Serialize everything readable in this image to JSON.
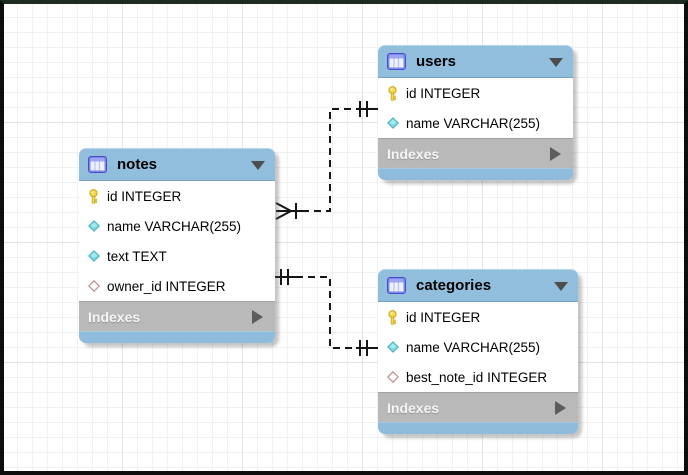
{
  "diagram": {
    "tables": [
      {
        "name": "notes",
        "columns": [
          {
            "icon": "primary-key",
            "text": "id INTEGER"
          },
          {
            "icon": "column",
            "text": "name VARCHAR(255)"
          },
          {
            "icon": "column",
            "text": "text TEXT"
          },
          {
            "icon": "foreign-key",
            "text": "owner_id INTEGER"
          }
        ],
        "footer_label": "Indexes"
      },
      {
        "name": "users",
        "columns": [
          {
            "icon": "primary-key",
            "text": "id INTEGER"
          },
          {
            "icon": "column",
            "text": "name VARCHAR(255)"
          }
        ],
        "footer_label": "Indexes"
      },
      {
        "name": "categories",
        "columns": [
          {
            "icon": "primary-key",
            "text": "id INTEGER"
          },
          {
            "icon": "column",
            "text": "name VARCHAR(255)"
          },
          {
            "icon": "foreign-key",
            "text": "best_note_id INTEGER"
          }
        ],
        "footer_label": "Indexes"
      }
    ],
    "relationships": [
      {
        "from": "notes",
        "to": "users",
        "type": "many-to-one",
        "line_style": "dashed",
        "from_marker": "many-mandatory-crow-foot",
        "to_marker": "one-mandatory-double-tick"
      },
      {
        "from": "notes",
        "to": "categories",
        "type": "one-to-one",
        "line_style": "dashed",
        "from_marker": "one-mandatory-double-tick",
        "to_marker": "one-mandatory-double-tick"
      }
    ],
    "colors": {
      "header_blue": "#92bedd",
      "footer_blue": "#8fbcdc",
      "indexes_gray": "#b9b9b9",
      "row_background": "#ffffff",
      "primary_key_yellow": "#f8d840",
      "column_cyan": "#7bd8e4",
      "foreign_key_border": "#c08b8b",
      "relationship_line": "#151515",
      "grid_line": "#f1f1f1"
    }
  }
}
